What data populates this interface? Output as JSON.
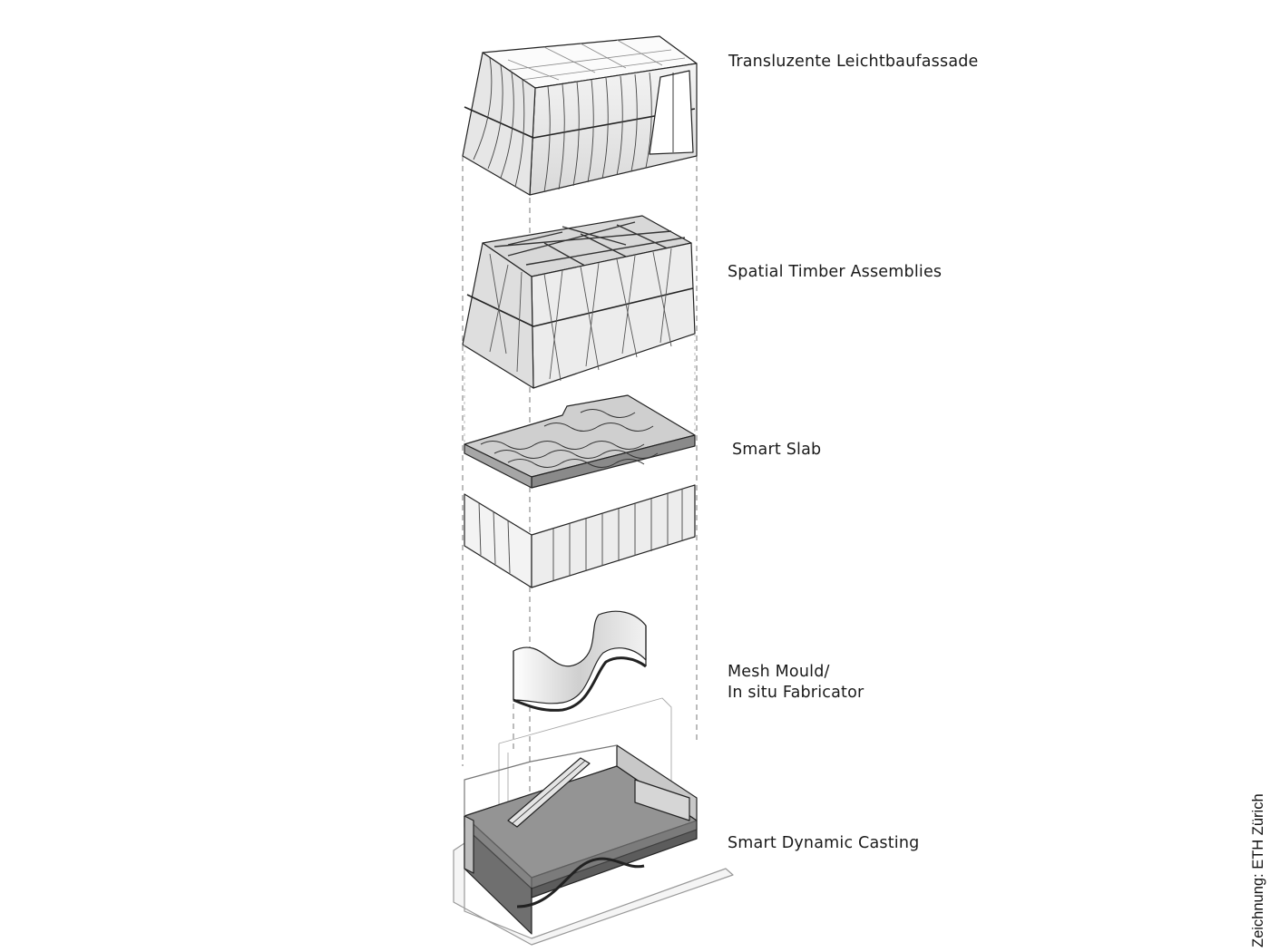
{
  "diagram": {
    "layers": [
      {
        "id": "facade",
        "label": "Transluzente Leichtbaufassade"
      },
      {
        "id": "timber",
        "label": "Spatial Timber Assemblies"
      },
      {
        "id": "slab",
        "label": "Smart Slab"
      },
      {
        "id": "mesh",
        "label_line1": "Mesh Mould/",
        "label_line2": "In situ Fabricator"
      },
      {
        "id": "sdc",
        "label": "Smart Dynamic Casting"
      }
    ],
    "credit": "Zeichnung: ETH Zürich"
  }
}
